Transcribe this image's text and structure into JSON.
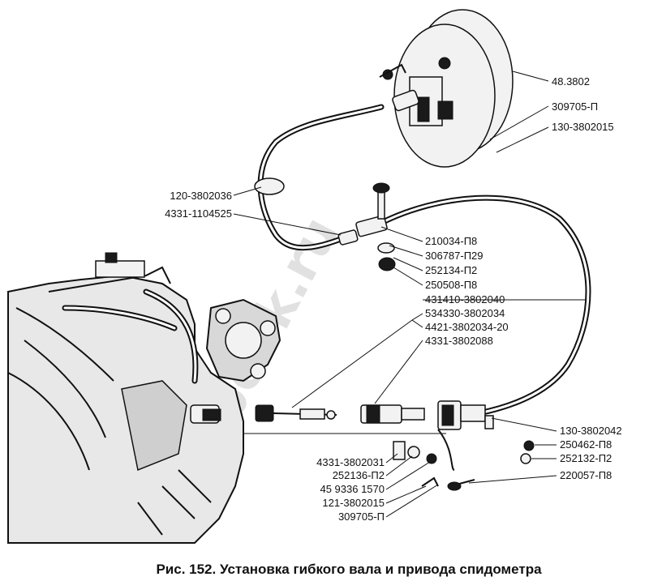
{
  "caption": "Рис. 152. Установка гибкого вала и привода спидометра",
  "watermark": "zilbook.ru",
  "labels": {
    "l_48_3802": "48.3802",
    "l_309705_p_top": "309705-П",
    "l_130_3802015": "130-3802015",
    "l_120_3802036": "120-3802036",
    "l_4331_1104525": "4331-1104525",
    "l_210034_p8": "210034-П8",
    "l_306787_p29": "306787-П29",
    "l_252134_p2": "252134-П2",
    "l_250508_p8": "250508-П8",
    "l_431410_3802040": "431410-3802040",
    "l_534330_3802034": "534330-3802034",
    "l_4421_3802034_20": "4421-3802034-20",
    "l_4331_3802088": "4331-3802088",
    "l_130_3802042": "130-3802042",
    "l_250462_p8": "250462-П8",
    "l_252132_p2": "252132-П2",
    "l_220057_p8": "220057-П8",
    "l_4331_3802031": "4331-3802031",
    "l_252136_p2": "252136-П2",
    "l_45_9336_1570": "45 9336 1570",
    "l_121_3802015": "121-3802015",
    "l_309705_p_bottom": "309705-П"
  }
}
